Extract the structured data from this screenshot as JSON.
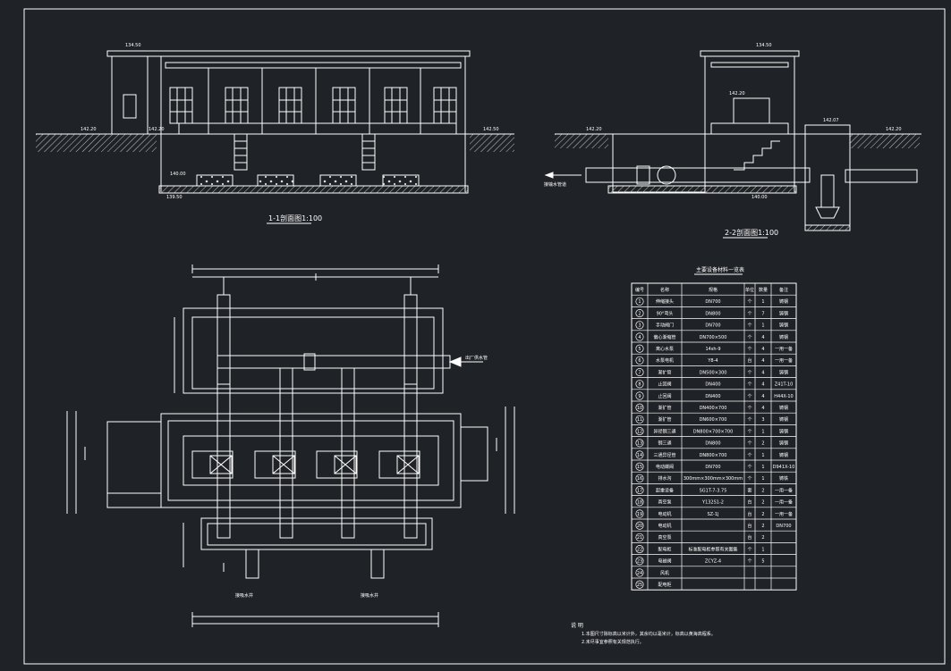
{
  "colors": {
    "background": "#1f2226",
    "line": "#ffffff",
    "hatch": "#c8c8c8"
  },
  "section1": {
    "title": "1-1剖面图1:100",
    "elevations": [
      "134.50",
      "142.20",
      "142.20",
      "142.50",
      "140.00",
      "139.50"
    ]
  },
  "section2": {
    "title": "2-2剖面图1:100",
    "elevations": [
      "134.50",
      "142.20",
      "142.20",
      "142.07",
      "142.20",
      "140.00"
    ],
    "arrow_label": "接输水管道"
  },
  "plan": {
    "outlet_label": "出厂供水管",
    "inlet_label": "接吸水井"
  },
  "equipment_table": {
    "title": "主要设备材料一览表",
    "headers": [
      "编号",
      "名称",
      "规格",
      "单位",
      "数量",
      "备注"
    ],
    "rows": [
      [
        "1",
        "伸缩接头",
        "DN700",
        "个",
        "1",
        "铸钢"
      ],
      [
        "2",
        "90°弯头",
        "DN800",
        "个",
        "7",
        "铸钢"
      ],
      [
        "3",
        "手动阀门",
        "DN700",
        "个",
        "1",
        "铸钢"
      ],
      [
        "4",
        "偏心渐缩管",
        "DN700×500",
        "个",
        "4",
        "铸钢"
      ],
      [
        "5",
        "离心水泵",
        "14sh-9",
        "个",
        "4",
        "一用一备"
      ],
      [
        "6",
        "水泵电机",
        "Y8-4",
        "台",
        "4",
        "一用一备"
      ],
      [
        "7",
        "渐扩管",
        "DN500×300",
        "个",
        "4",
        "铸钢"
      ],
      [
        "8",
        "止回阀",
        "DN400",
        "个",
        "4",
        "Z41T-10"
      ],
      [
        "9",
        "止回阀",
        "DN400",
        "个",
        "4",
        "H44X-10"
      ],
      [
        "10",
        "渐扩管",
        "DN400×700",
        "个",
        "4",
        "铸钢"
      ],
      [
        "11",
        "渐扩管",
        "DN600×700",
        "个",
        "3",
        "铸钢"
      ],
      [
        "12",
        "异径钢三通",
        "DN800×700×700",
        "个",
        "1",
        "铸钢"
      ],
      [
        "13",
        "钢三通",
        "DN800",
        "个",
        "2",
        "铸钢"
      ],
      [
        "14",
        "三通异径管",
        "DN800×700",
        "个",
        "1",
        "铸钢"
      ],
      [
        "15",
        "电动蝶阀",
        "DN700",
        "个",
        "1",
        "D941X-10"
      ],
      [
        "16",
        "排水沟",
        "300mm×300mm×300mm",
        "个",
        "1",
        "铸铁"
      ],
      [
        "17",
        "起重设备",
        "SG1T-7-3.75",
        "套",
        "2",
        "一用一备"
      ],
      [
        "18",
        "真空泵",
        "Y132S1-2",
        "台",
        "2",
        "一用一备"
      ],
      [
        "19",
        "电动机",
        "SZ-1J",
        "台",
        "2",
        "一用一备"
      ],
      [
        "20",
        "电动机",
        "",
        "台",
        "2",
        "DN700"
      ],
      [
        "21",
        "真空泵",
        "",
        "台",
        "2",
        ""
      ],
      [
        "22",
        "配电柜",
        "标准配电柜参照有关图集",
        "个",
        "1",
        ""
      ],
      [
        "23",
        "电磁阀",
        "ZCYZ-4",
        "个",
        "5",
        ""
      ],
      [
        "24",
        "风机",
        "",
        "",
        "",
        ""
      ],
      [
        "25",
        "配电柜",
        "",
        "",
        "",
        ""
      ]
    ]
  },
  "notes": {
    "title": "说 明",
    "items": [
      "1.本图尺寸除标高以米计外，其余均以毫米计，标高以黄海高程系。",
      "2.未尽事宜参照有关规范执行。"
    ]
  }
}
